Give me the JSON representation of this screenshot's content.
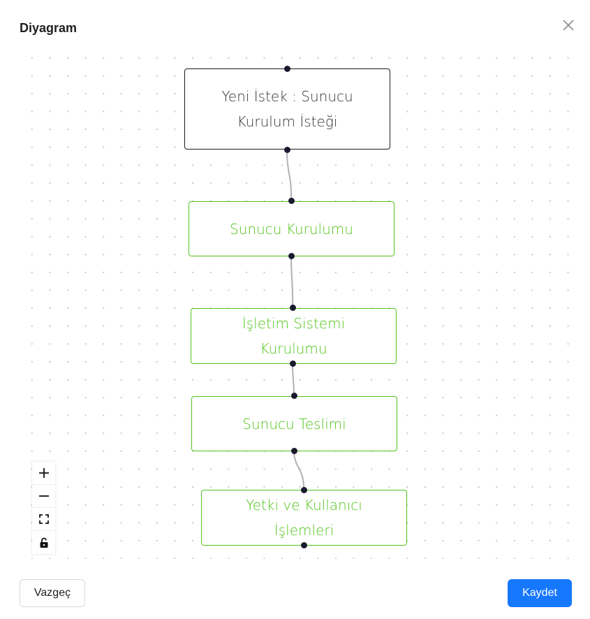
{
  "modal": {
    "title": "Diyagram",
    "cancel_label": "Vazgeç",
    "save_label": "Kaydet"
  },
  "diagram": {
    "nodes": [
      {
        "id": "n1",
        "label": "Yeni İstek : Sunucu Kurulum İsteği",
        "kind": "start"
      },
      {
        "id": "n2",
        "label": "Sunucu Kurulumu",
        "kind": "step"
      },
      {
        "id": "n3",
        "label": "İşletim Sistemi Kurulumu",
        "kind": "step"
      },
      {
        "id": "n4",
        "label": "Sunucu Teslimi",
        "kind": "step"
      },
      {
        "id": "n5",
        "label": "Yetki ve Kullanıcı İşlemleri",
        "kind": "step"
      }
    ],
    "edges": [
      {
        "from": "n1",
        "to": "n2"
      },
      {
        "from": "n2",
        "to": "n3"
      },
      {
        "from": "n3",
        "to": "n4"
      },
      {
        "from": "n4",
        "to": "n5"
      }
    ]
  },
  "controls": [
    {
      "name": "zoom-in",
      "icon": "plus-icon"
    },
    {
      "name": "zoom-out",
      "icon": "minus-icon"
    },
    {
      "name": "fit-view",
      "icon": "fit-view-icon"
    },
    {
      "name": "toggle-interactivity",
      "icon": "lock-icon"
    }
  ],
  "colors": {
    "accent": "#1677ff",
    "step_node": "#52c41a",
    "start_node": "#1a1a1a",
    "edge": "#b1b1b7"
  }
}
